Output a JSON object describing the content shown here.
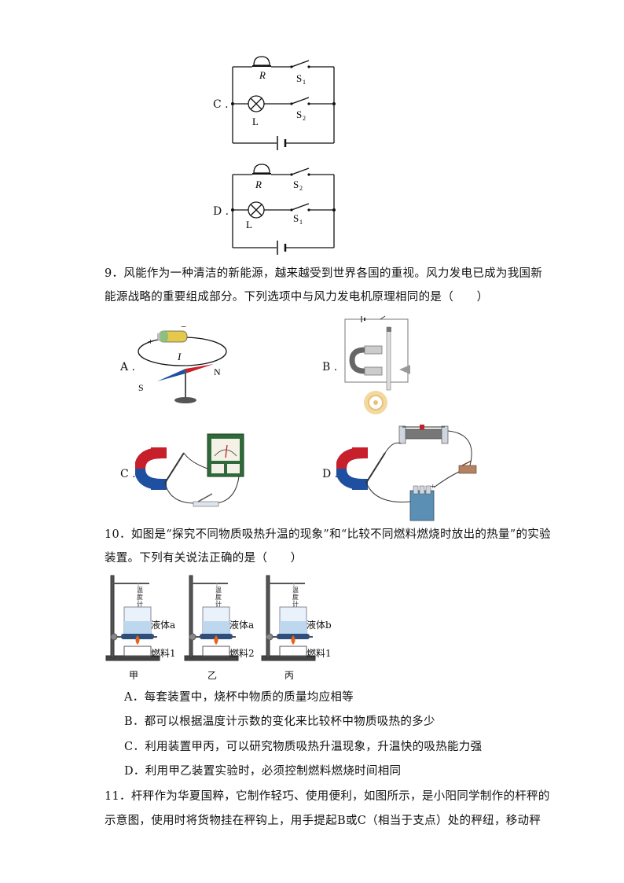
{
  "circuits": {
    "c": {
      "letter": "C .",
      "r": "R",
      "s_top": "S",
      "s_top_sub": "1",
      "l": "L",
      "s_bot": "S",
      "s_bot_sub": "2"
    },
    "d": {
      "letter": "D .",
      "r": "R",
      "s_top": "S",
      "s_top_sub": "2",
      "l": "L",
      "s_bot": "S",
      "s_bot_sub": "1"
    }
  },
  "q9": {
    "line1": "9．风能作为一种清洁的新能源，越来越受到世界各国的重视。风力发电已成为我国新",
    "line2": "能源战略的重要组成部分。下列选项中与风力发电机原理相同的是（　　）",
    "options": {
      "a": "A .",
      "b": "B .",
      "c": "C .",
      "d": "D ."
    },
    "fig_a": {
      "plus": "+",
      "minus": "−",
      "current": "I",
      "s": "S",
      "n": "N"
    },
    "fig_d": {
      "plus": "+"
    }
  },
  "q10": {
    "line1": "10．如图是“探究不同物质吸热升温的现象”和“比较不同燃料燃烧时放出的热量”的实验",
    "line2": "装置。下列有关说法正确的是（　　）",
    "setups": [
      {
        "thermo": "温度计",
        "liquid": "液体a",
        "fuel": "燃料1",
        "name": "甲"
      },
      {
        "thermo": "温度计",
        "liquid": "液体a",
        "fuel": "燃料2",
        "name": "乙"
      },
      {
        "thermo": "温度计",
        "liquid": "液体b",
        "fuel": "燃料1",
        "name": "丙"
      }
    ],
    "choices": [
      "A．每套装置中，烧杯中物质的质量均应相等",
      "B．都可以根据温度计示数的变化来比较杯中物质吸热的多少",
      "C．利用装置甲丙，可以研究物质吸热升温现象，升温快的吸热能力强",
      "D．利用甲乙装置实验时，必须控制燃料燃烧时间相同"
    ]
  },
  "q11": {
    "line1": "11．杆秤作为华夏国粹，它制作轻巧、使用便利，如图所示，是小阳同学制作的杆秤的",
    "line2": "示意图，使用时将货物挂在秤钩上，用手提起B或C（相当于支点）处的秤纽，移动秤"
  },
  "colors": {
    "magnet_red": "#c8202a",
    "magnet_blue": "#1f4fa0",
    "meter_green": "#2f6b3a",
    "flame": "#e8631a"
  }
}
